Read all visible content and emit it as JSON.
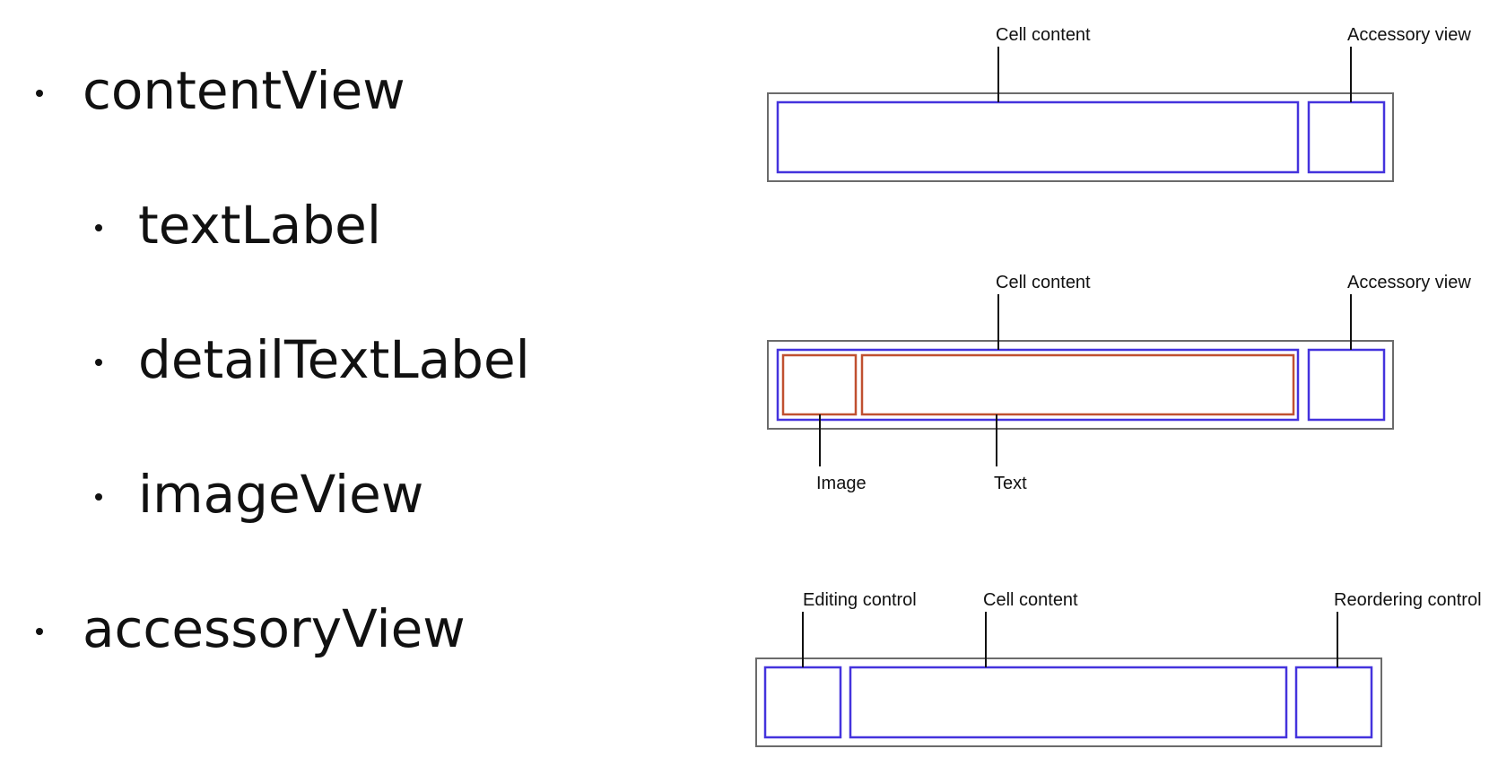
{
  "bullets": [
    {
      "label": "contentView",
      "level": 1
    },
    {
      "label": "textLabel",
      "level": 2
    },
    {
      "label": "detailTextLabel",
      "level": 2
    },
    {
      "label": "imageView",
      "level": 2
    },
    {
      "label": "accessoryView",
      "level": 1
    }
  ],
  "diagrams": {
    "cell1": {
      "cell_content": "Cell content",
      "accessory_view": "Accessory view"
    },
    "cell2": {
      "cell_content": "Cell content",
      "accessory_view": "Accessory view",
      "image": "Image",
      "text": "Text"
    },
    "cell3": {
      "editing_control": "Editing control",
      "cell_content": "Cell content",
      "reordering_control": "Reordering control"
    }
  },
  "colors": {
    "content_outline": "#4433dd",
    "subview_outline": "#c05030",
    "cell_border": "#6b6b6b"
  }
}
